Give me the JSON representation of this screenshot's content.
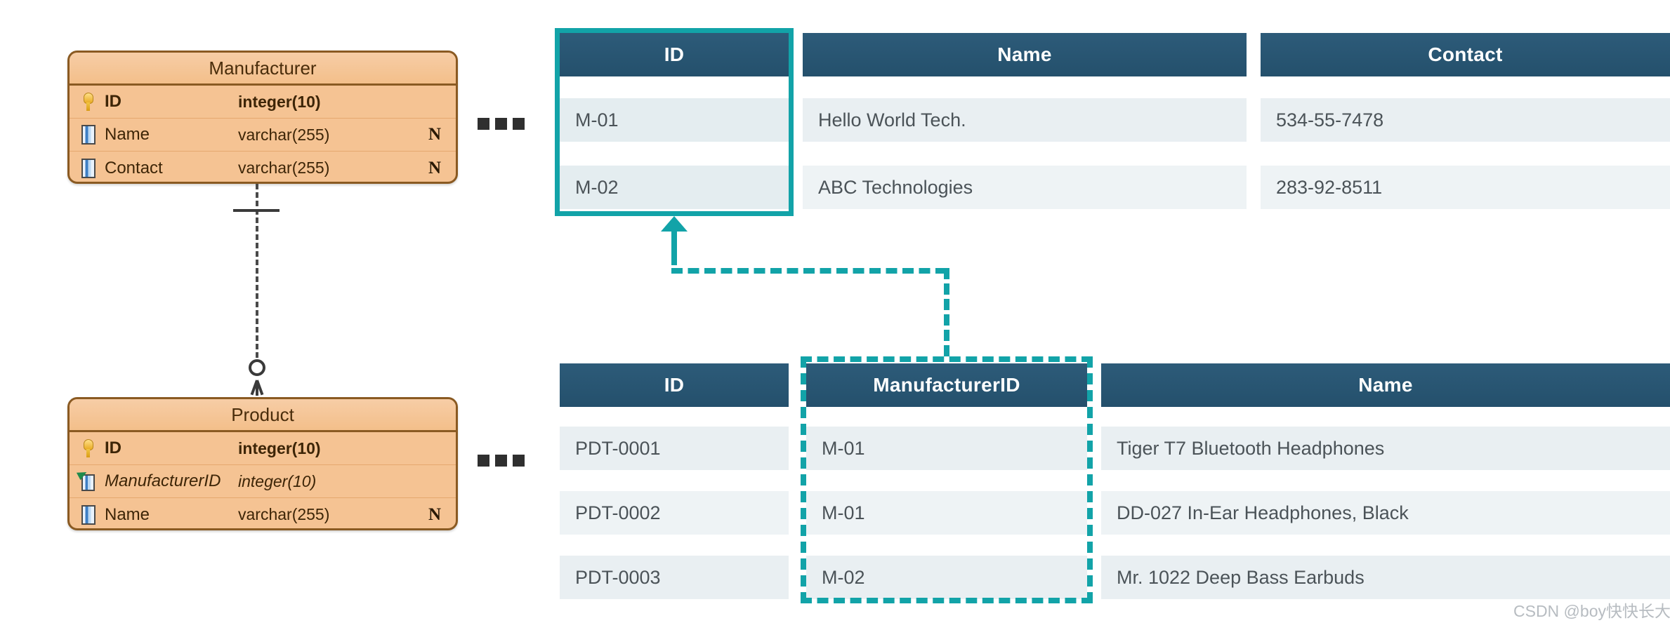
{
  "diagram": {
    "title": "Manufacturer - Product ER diagram with sample data",
    "background": "#ffffff",
    "colors": {
      "entity_fill": "#f5c393",
      "entity_border": "#8a5a22",
      "table_header": "#2d5b79",
      "row_light": "#eef3f5",
      "row_alt": "#e9eff2",
      "highlight_teal": "#12a3a8",
      "text_dark": "#4b5358"
    }
  },
  "entities": [
    {
      "name": "Manufacturer",
      "attributes": [
        {
          "icon": "primary-key-icon",
          "name": "ID",
          "type": "integer(10)",
          "flag": "",
          "key": "pk"
        },
        {
          "icon": "column-icon",
          "name": "Name",
          "type": "varchar(255)",
          "flag": "N",
          "key": ""
        },
        {
          "icon": "column-icon",
          "name": "Contact",
          "type": "varchar(255)",
          "flag": "N",
          "key": ""
        }
      ]
    },
    {
      "name": "Product",
      "attributes": [
        {
          "icon": "primary-key-icon",
          "name": "ID",
          "type": "integer(10)",
          "flag": "",
          "key": "pk"
        },
        {
          "icon": "foreign-key-icon",
          "name": "ManufacturerID",
          "type": "integer(10)",
          "flag": "",
          "key": "fk"
        },
        {
          "icon": "column-icon",
          "name": "Name",
          "type": "varchar(255)",
          "flag": "N",
          "key": ""
        }
      ]
    }
  ],
  "relationship": {
    "from": "Manufacturer",
    "to": "Product",
    "from_cardinality": "one",
    "to_cardinality": "zero-or-many",
    "style": "dashed"
  },
  "tables": [
    {
      "id": "manufacturer-table",
      "columns": [
        "ID",
        "Name",
        "Contact"
      ],
      "highlighted_column": "ID",
      "highlight_style": "solid",
      "rows": [
        [
          "M-01",
          "Hello World Tech.",
          "534-55-7478"
        ],
        [
          "M-02",
          "ABC Technologies",
          "283-92-8511"
        ]
      ]
    },
    {
      "id": "product-table",
      "columns": [
        "ID",
        "ManufacturerID",
        "Name"
      ],
      "highlighted_column": "ManufacturerID",
      "highlight_style": "dashed",
      "rows": [
        [
          "PDT-0001",
          "M-01",
          "Tiger T7 Bluetooth Headphones"
        ],
        [
          "PDT-0002",
          "M-01",
          "DD-027 In-Ear Headphones, Black"
        ],
        [
          "PDT-0003",
          "M-02",
          "Mr. 1022 Deep Bass Earbuds"
        ]
      ]
    }
  ],
  "ellipsis_marker": "•••",
  "watermark": "CSDN @boy快快长大"
}
